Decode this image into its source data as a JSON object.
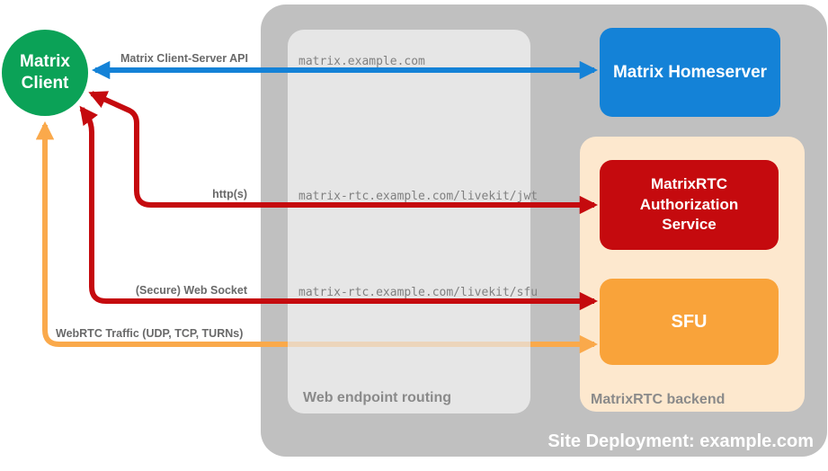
{
  "title": "MatrixRTC site deployment diagram",
  "colors": {
    "green": "#0ba257",
    "blue": "#1482d7",
    "red": "#c50a0e",
    "orange": "#f9a33a",
    "orange_arrow": "#faa94b",
    "container_gray": "#c0c0c0",
    "routing_gray": "#e6e6e6",
    "backend_peach": "#fde8ce",
    "zone_label_gray": "#8a8a8a",
    "url_gray": "#808080",
    "edge_label_gray": "#696969",
    "node_text": "#ffffff"
  },
  "nodes": {
    "client": {
      "label": "Matrix Client"
    },
    "homeserver": {
      "label": "Matrix Homeserver"
    },
    "auth": {
      "label": "MatrixRTC Authorization Service"
    },
    "sfu": {
      "label": "SFU"
    }
  },
  "containers": {
    "site": {
      "label": "Site Deployment: example.com"
    },
    "routing": {
      "label": "Web endpoint routing"
    },
    "backend": {
      "label": "MatrixRTC backend"
    }
  },
  "edges": {
    "client_server_api": {
      "label": "Matrix Client-Server API",
      "url": "matrix.example.com",
      "from": "Matrix Client",
      "to": "Matrix Homeserver",
      "bidirectional": true
    },
    "http": {
      "label": "http(s)",
      "url": "matrix-rtc.example.com/livekit/jwt",
      "from": "Matrix Client",
      "to": "MatrixRTC Authorization Service",
      "bidirectional": true
    },
    "websocket": {
      "label": "(Secure) Web Socket",
      "url": "matrix-rtc.example.com/livekit/sfu",
      "from": "Matrix Client",
      "to": "SFU",
      "bidirectional": true
    },
    "webrtc": {
      "label": "WebRTC Traffic (UDP, TCP, TURNs)",
      "url": "",
      "from": "Matrix Client",
      "to": "SFU",
      "bidirectional": true
    }
  }
}
